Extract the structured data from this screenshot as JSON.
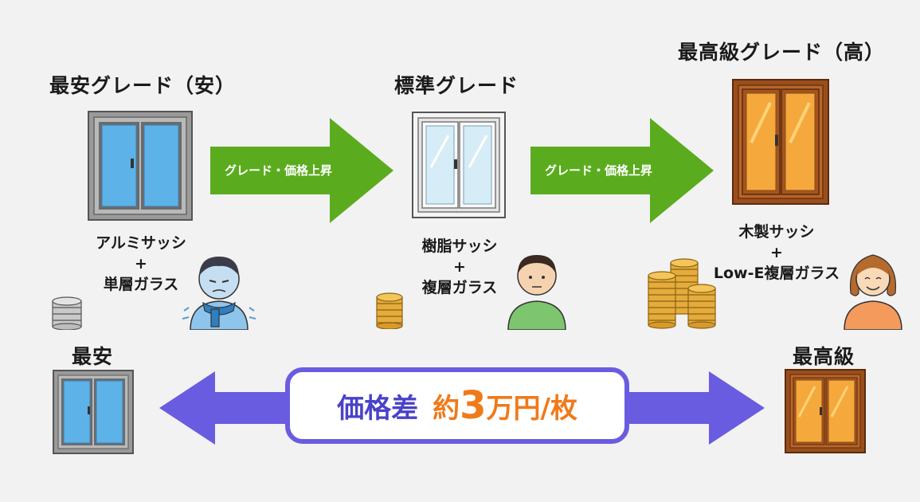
{
  "grades": {
    "cheapest": {
      "title": "最安グレード（安）",
      "spec_line1": "アルミサッシ",
      "plus": "+",
      "spec_line2": "単層ガラス"
    },
    "standard": {
      "title": "標準グレード",
      "spec_line1": "樹脂サッシ",
      "plus": "+",
      "spec_line2": "複層ガラス"
    },
    "premium": {
      "title": "最高級グレード（高）",
      "spec_line1": "木製サッシ",
      "plus": "+",
      "spec_line2": "Low-E複層ガラス"
    }
  },
  "upgrade_arrows": [
    {
      "label": "グレード・価格上昇"
    },
    {
      "label": "グレード・価格上昇"
    }
  ],
  "comparison": {
    "left_label": "最安",
    "right_label": "最高級",
    "price_diff_label": "価格差",
    "price_diff_prefix": "約",
    "price_diff_number": "3",
    "price_diff_suffix": "万円/枚"
  },
  "colors": {
    "green_arrow": "#5aac1e",
    "blue_arrow": "#6a5ce0",
    "price_accent": "#f07a1a",
    "price_label": "#4a42c8"
  },
  "icons": [
    "aluminum-window-icon",
    "resin-window-icon",
    "wooden-window-icon",
    "coin-stack-icon",
    "cold-person-icon",
    "neutral-person-icon",
    "happy-person-icon"
  ]
}
